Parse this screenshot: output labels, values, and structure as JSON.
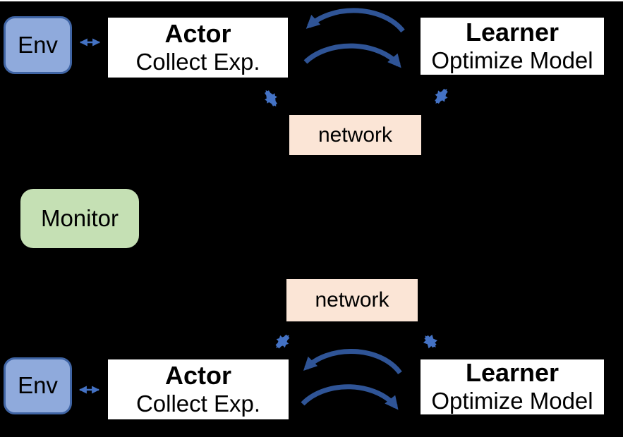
{
  "diagram": {
    "top": {
      "env_label": "Env",
      "actor_title": "Actor",
      "actor_subtitle": "Collect Exp.",
      "learner_title": "Learner",
      "learner_subtitle": "Optimize Model",
      "network_label": "network"
    },
    "monitor_label": "Monitor",
    "bottom": {
      "env_label": "Env",
      "actor_title": "Actor",
      "actor_subtitle": "Collect Exp.",
      "learner_title": "Learner",
      "learner_subtitle": "Optimize Model",
      "network_label": "network"
    },
    "colors": {
      "background": "#000000",
      "top_edge_line": "#FFFFFF",
      "env_fill": "#8FAADC",
      "env_border": "#4065A5",
      "actor_learner_fill": "#FFFFFF",
      "network_fill": "#FBE5D6",
      "monitor_fill": "#C5E0B4",
      "straight_arrow": "#4472C4",
      "cycle_arrow": "#2F5496",
      "text": "#000000"
    }
  }
}
